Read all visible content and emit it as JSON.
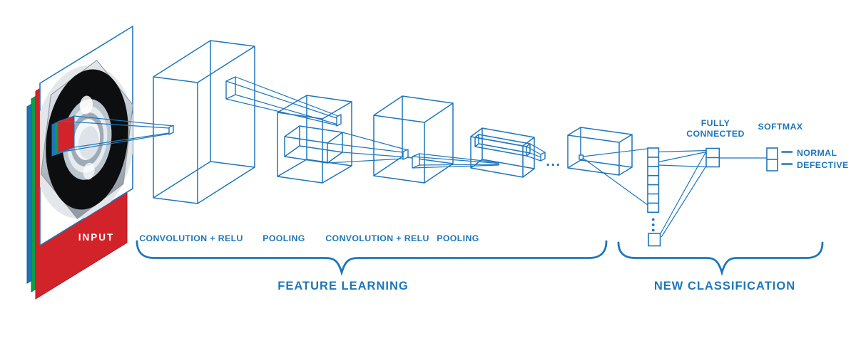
{
  "colors": {
    "accent_blue": "#1E76BB",
    "sheet_blue": "#1B75BC",
    "sheet_green": "#0F9D48",
    "sheet_red": "#D2232A",
    "label_text_blue": "#1E76BB",
    "input_label_text": "#FFFFFF"
  },
  "input": {
    "label": "INPUT"
  },
  "stages": {
    "conv1": "CONVOLUTION + RELU",
    "pool1": "POOLING",
    "conv2": "CONVOLUTION + RELU",
    "pool2": "POOLING"
  },
  "sections": {
    "feature_learning": "FEATURE LEARNING",
    "classification": "NEW CLASSIFICATION"
  },
  "classifier": {
    "fc_line1": "FULLY",
    "fc_line2": "CONNECTED",
    "softmax": "SOFTMAX",
    "outputs": {
      "normal": "NORMAL",
      "defective": "DEFECTIVE"
    }
  },
  "ellipsis": "..."
}
